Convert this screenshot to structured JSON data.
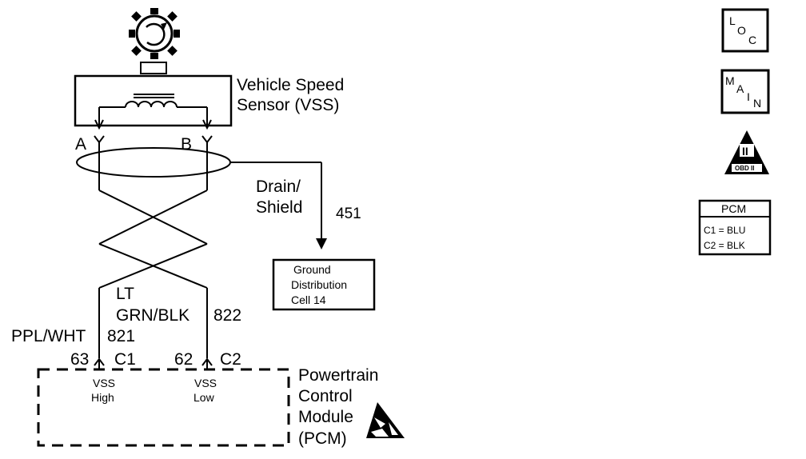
{
  "sensor": {
    "name_line1": "Vehicle Speed",
    "name_line2": "Sensor (VSS)",
    "terminal_a": "A",
    "terminal_b": "B"
  },
  "drain": {
    "label_line1": "Drain/",
    "label_line2": "Shield",
    "circuit": "451",
    "ground_line1": "Ground",
    "ground_line2": "Distribution",
    "ground_line3": "Cell 14"
  },
  "wires": {
    "lt_line1": "LT",
    "lt_line2": "GRN/BLK",
    "circuit_822": "822",
    "ppl_wht": "PPL/WHT",
    "circuit_821": "821"
  },
  "pins": {
    "left_pin": "63",
    "left_conn": "C1",
    "right_pin": "62",
    "right_conn": "C2"
  },
  "pcm": {
    "name_line1": "Powertrain",
    "name_line2": "Control",
    "name_line3": "Module",
    "name_line4": "(PCM)",
    "high_line1": "VSS",
    "high_line2": "High",
    "low_line1": "VSS",
    "low_line2": "Low"
  },
  "legend": {
    "loc_l": "L",
    "loc_o": "O",
    "loc_c": "C",
    "main_m": "M",
    "main_a": "A",
    "main_i": "I",
    "main_n": "N",
    "obd_numeral": "II",
    "obd_text": "OBD II",
    "pcm_title": "PCM",
    "pcm_c1": "C1 = BLU",
    "pcm_c2": "C2 = BLK"
  },
  "icons": [
    "rotor-icon",
    "esd-warning-icon",
    "obd-ii-triangle-icon"
  ]
}
